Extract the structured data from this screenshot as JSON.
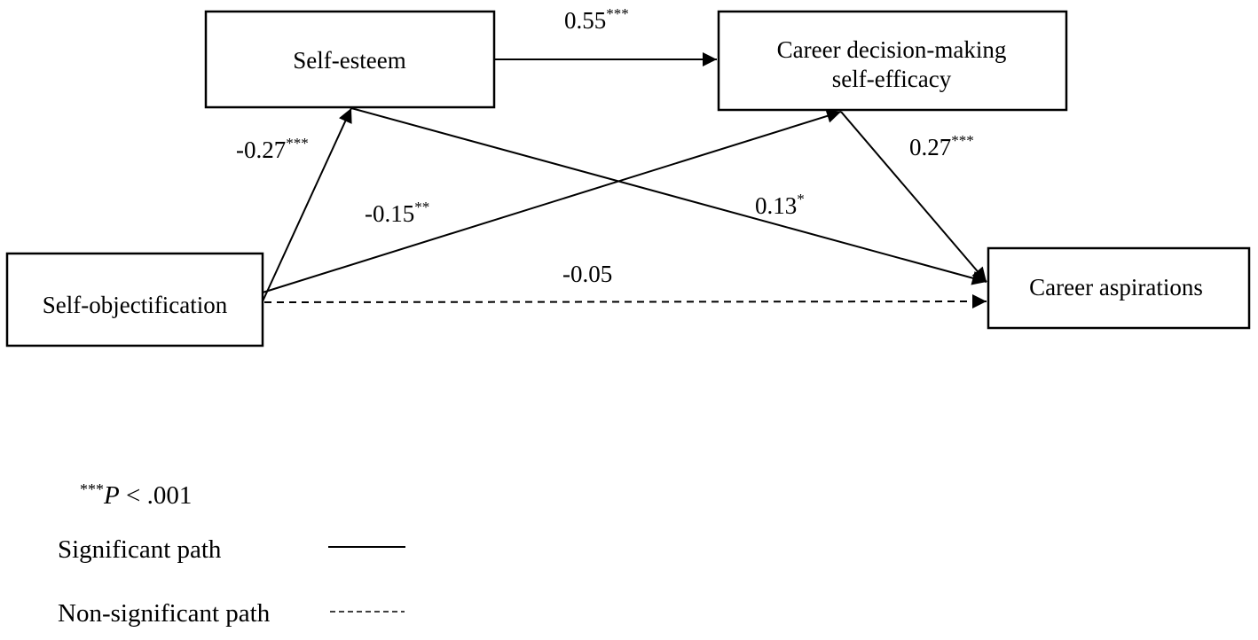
{
  "nodes": {
    "self_esteem": {
      "lines": [
        "Self-esteem"
      ]
    },
    "cdmse": {
      "lines": [
        "Career decision-making",
        "self-efficacy"
      ]
    },
    "self_objectification": {
      "lines": [
        "Self-objectification"
      ]
    },
    "career_aspirations": {
      "lines": [
        "Career aspirations"
      ]
    }
  },
  "edges": {
    "se_to_cdmse": {
      "from": "Self-esteem",
      "to": "Career decision-making self-efficacy",
      "coef": "0.55",
      "sig": "***",
      "style": "solid"
    },
    "so_to_se": {
      "from": "Self-objectification",
      "to": "Self-esteem",
      "coef": "-0.27",
      "sig": "***",
      "style": "solid"
    },
    "so_to_cdmse": {
      "from": "Self-objectification",
      "to": "Career decision-making self-efficacy",
      "coef": "-0.15",
      "sig": "**",
      "style": "solid"
    },
    "se_to_ca": {
      "from": "Self-esteem",
      "to": "Career aspirations",
      "coef": "0.13",
      "sig": "*",
      "style": "solid"
    },
    "cdmse_to_ca": {
      "from": "Career decision-making self-efficacy",
      "to": "Career aspirations",
      "coef": "0.27",
      "sig": "***",
      "style": "solid"
    },
    "so_to_ca": {
      "from": "Self-objectification",
      "to": "Career aspirations",
      "coef": "-0.05",
      "sig": "",
      "style": "dashed"
    }
  },
  "legend": {
    "pvalue": {
      "stars": "***",
      "symbol": "P",
      "rest": " < .001"
    },
    "significant": {
      "label": "Significant path"
    },
    "nonsignificant": {
      "label": "Non-significant path"
    }
  }
}
